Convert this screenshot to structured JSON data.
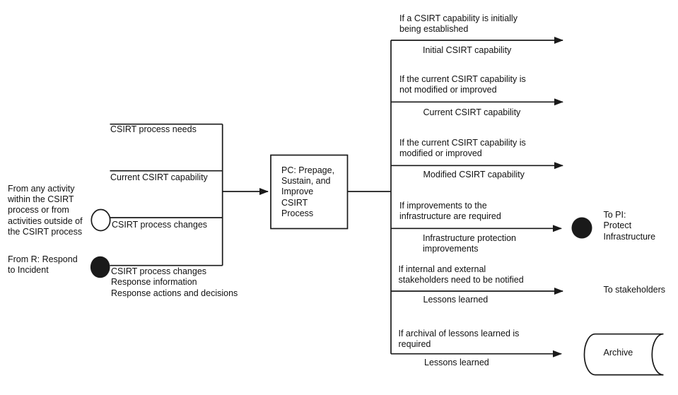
{
  "diagram": {
    "title": "PC process workflow",
    "colors": {
      "line": "#1a1a1a",
      "text": "#111111",
      "background": "#ffffff"
    },
    "left_sources": [
      {
        "label": "From any activity\nwithin the CSIRT\nprocess or from\nactivities outside of\nthe CSIRT process",
        "connector": "open-circle"
      },
      {
        "label": "From R: Respond\nto Incident",
        "connector": "filled-circle"
      }
    ],
    "inputs": [
      "CSIRT process needs",
      "Current CSIRT capability",
      "CSIRT process changes",
      "CSIRT process changes\nResponse information\nResponse actions and decisions"
    ],
    "process_box": {
      "label": "PC: Prepage,\nSustain, and\nImprove\nCSIRT\nProcess"
    },
    "branches": [
      {
        "condition": "If a CSIRT capability is initially\nbeing established",
        "output": "Initial CSIRT capability",
        "target": ""
      },
      {
        "condition": "If the current CSIRT capability is\nnot modified or improved",
        "output": "Current CSIRT capability",
        "target": ""
      },
      {
        "condition": "If the current CSIRT capability is\nmodified or improved",
        "output": "Modified CSIRT capability",
        "target": ""
      },
      {
        "condition": "If improvements to the\ninfrastructure are required",
        "output": "Infrastructure protection\nimprovements",
        "target": "To PI:\nProtect\nInfrastructure"
      },
      {
        "condition": "If internal and external\nstakeholders need to be notified",
        "output": "Lessons learned",
        "target": "To stakeholders"
      },
      {
        "condition": "If archival of lessons learned is\nrequired",
        "output": "Lessons learned",
        "target": "Archive"
      }
    ]
  }
}
